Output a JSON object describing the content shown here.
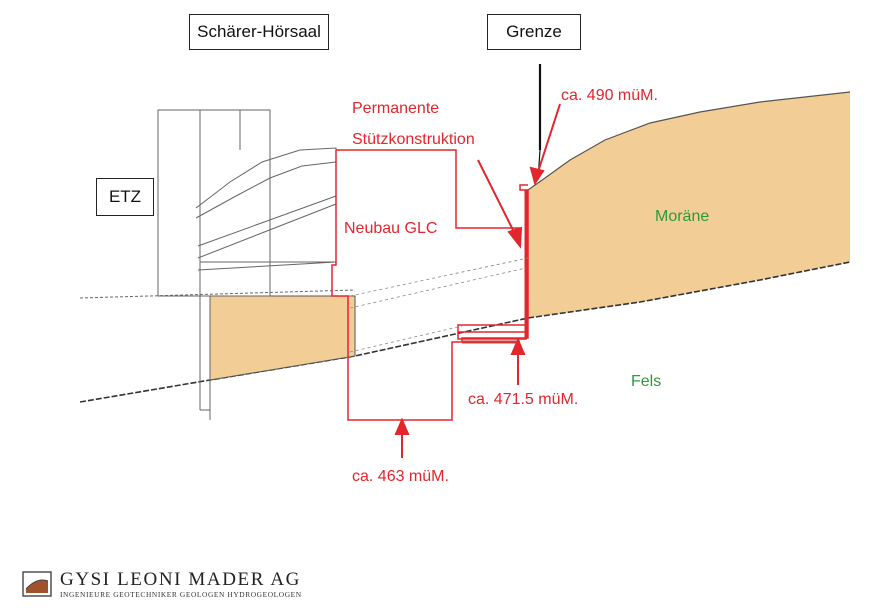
{
  "labels": {
    "hoersaal": "Schärer-Hörsaal",
    "grenze": "Grenze",
    "etz": "ETZ",
    "permanente": "Permanente",
    "stuetz": "Stützkonstruktion",
    "neubau": "Neubau GLC",
    "elev_490": "ca. 490 müM.",
    "elev_471": "ca. 471.5 müM.",
    "elev_463": "ca. 463 müM.",
    "moraene": "Moräne",
    "fels": "Fels"
  },
  "logo": {
    "name": "GYSI LEONI MADER AG",
    "subtitle": "INGENIEURE GEOTECHNIKER GEOLOGEN HYDROGEOLOGEN"
  },
  "colors": {
    "annotation_red": "#e2262b",
    "soil_fill": "#f3cd96",
    "geology_green": "#2d9a3a"
  }
}
